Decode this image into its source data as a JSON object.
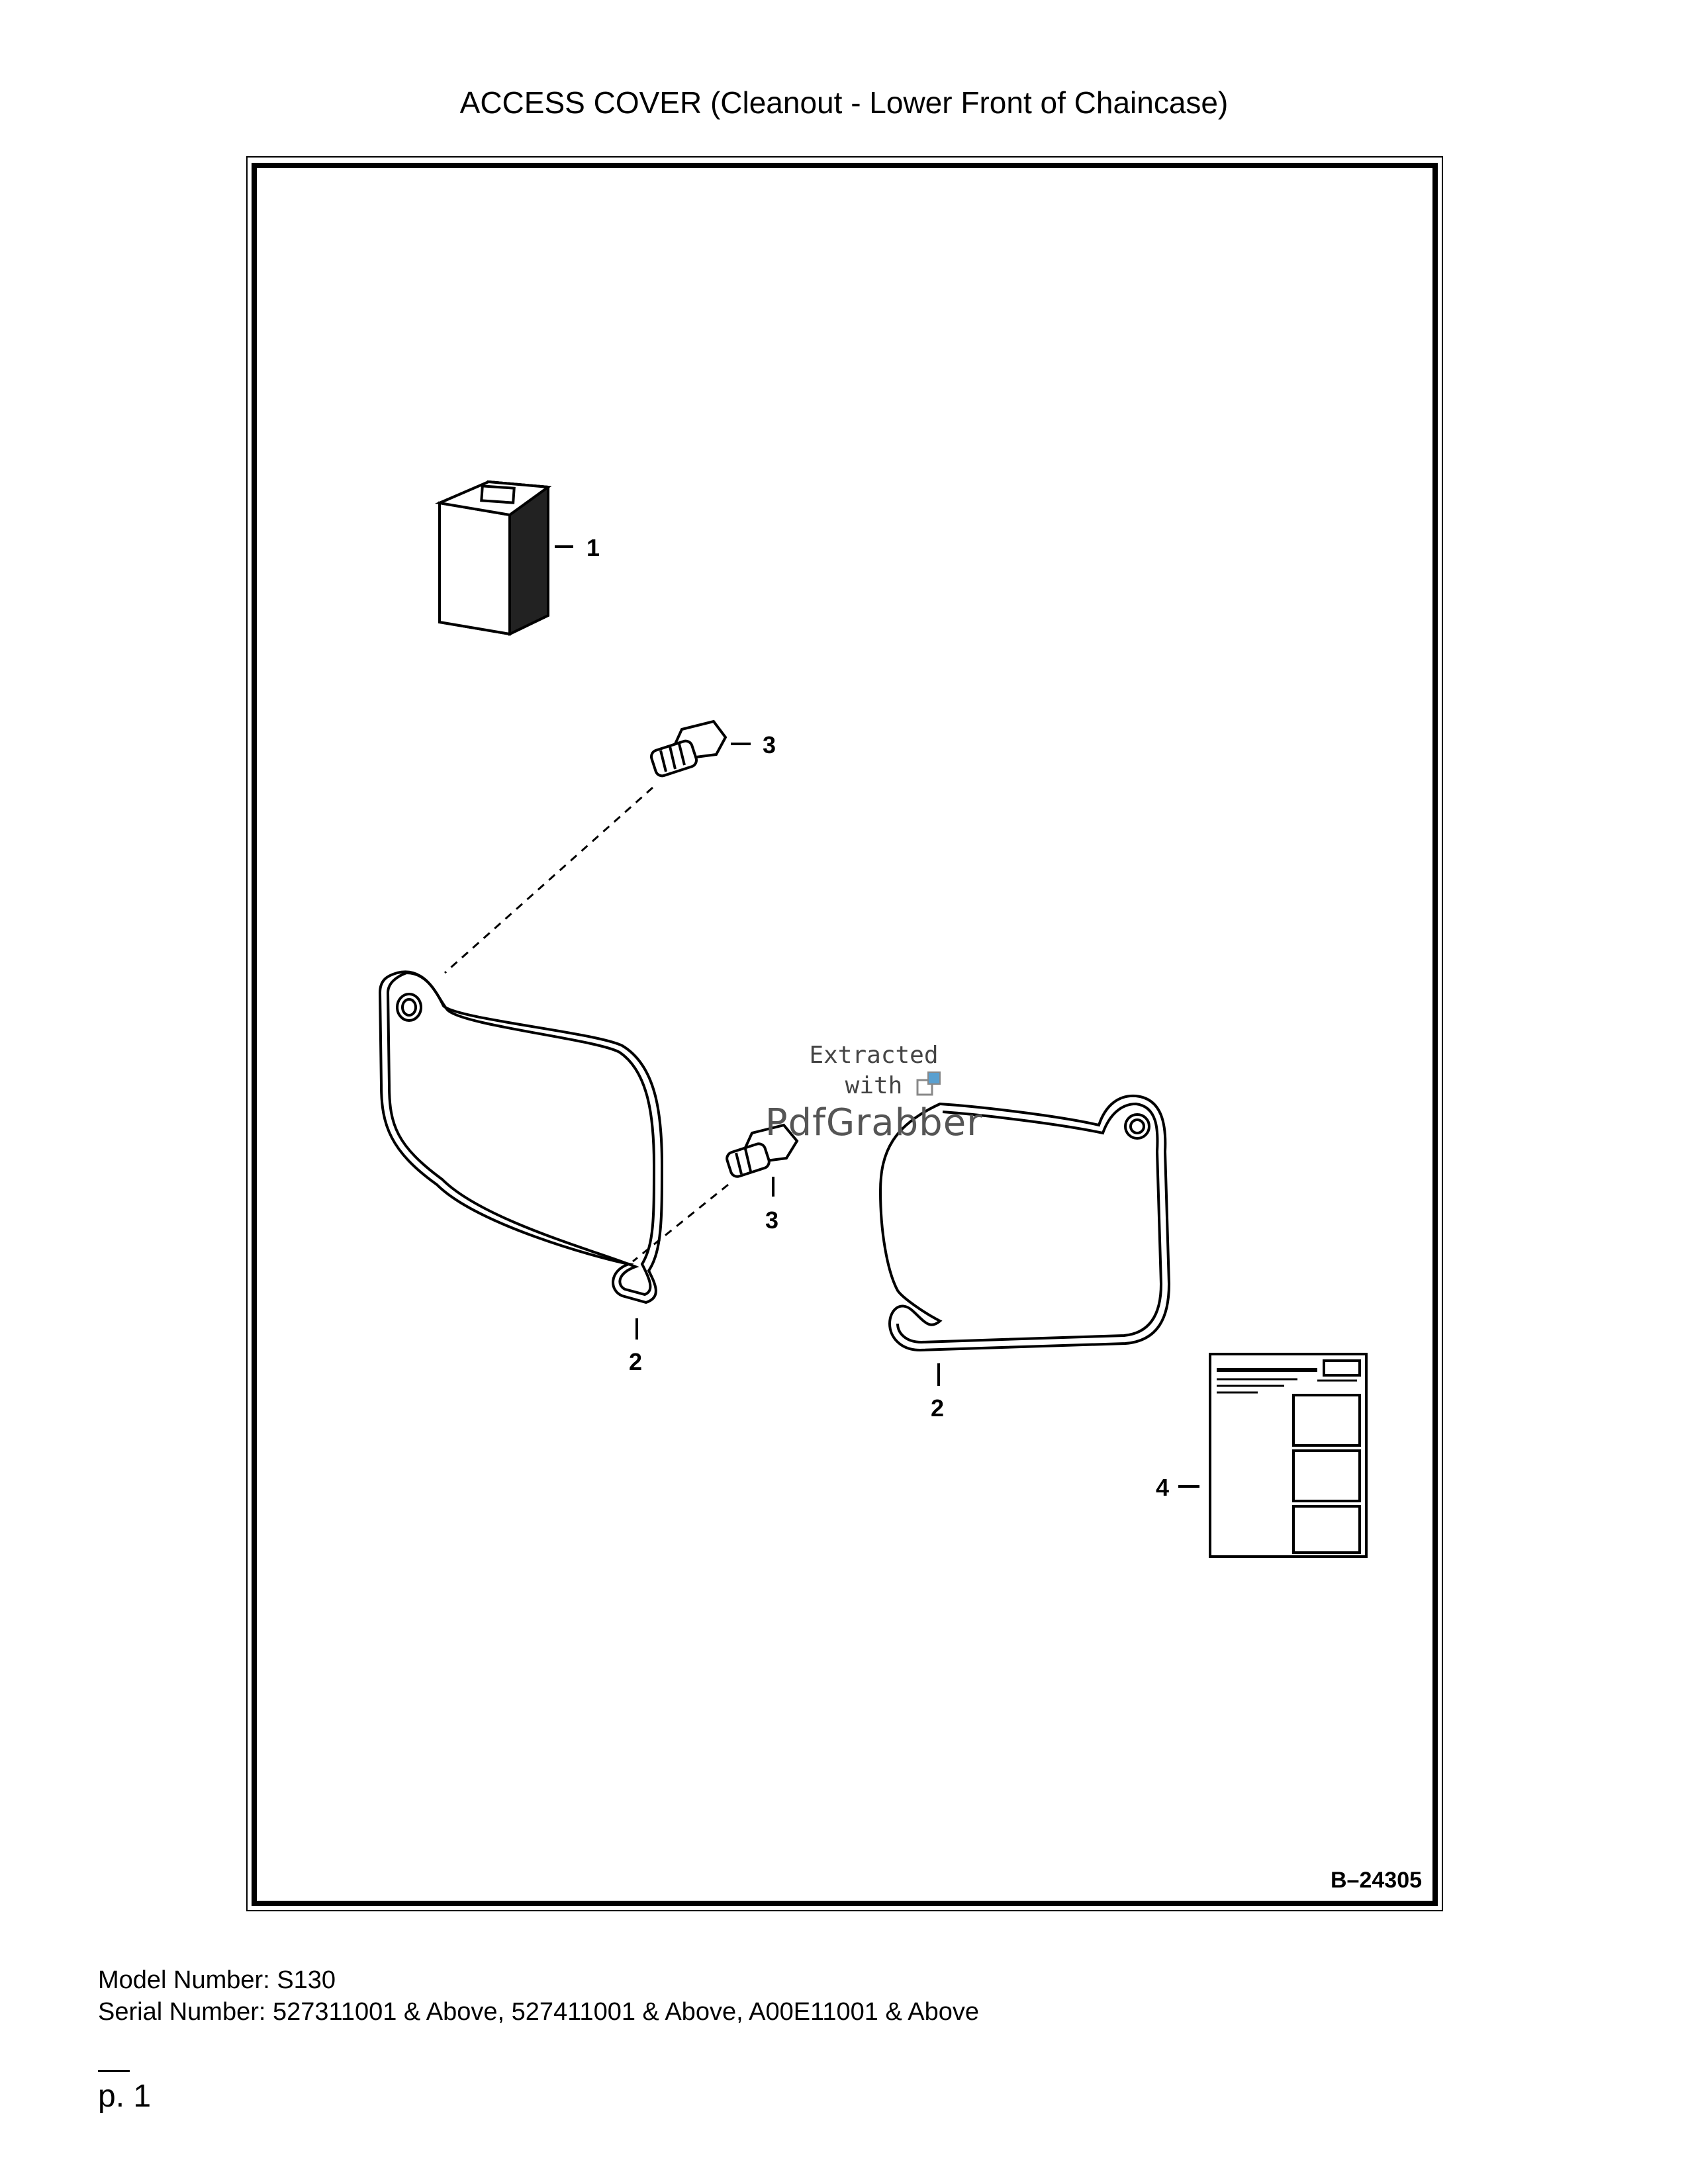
{
  "document": {
    "title": "ACCESS COVER (Cleanout - Lower Front of Chaincase)",
    "figure_id": "B–24305"
  },
  "callouts": {
    "item1": "1",
    "item2_left": "2",
    "item2_right": "2",
    "item3_top": "3",
    "item3_mid": "3",
    "item4": "4"
  },
  "watermark": {
    "line1": "Extracted",
    "line2": "with",
    "brand": "PdfGrabber"
  },
  "footer": {
    "model": "Model Number: S130",
    "serial": "Serial Number: 527311001 & Above, 527411001 & Above, A00E11001 & Above",
    "page": "p. 1"
  }
}
